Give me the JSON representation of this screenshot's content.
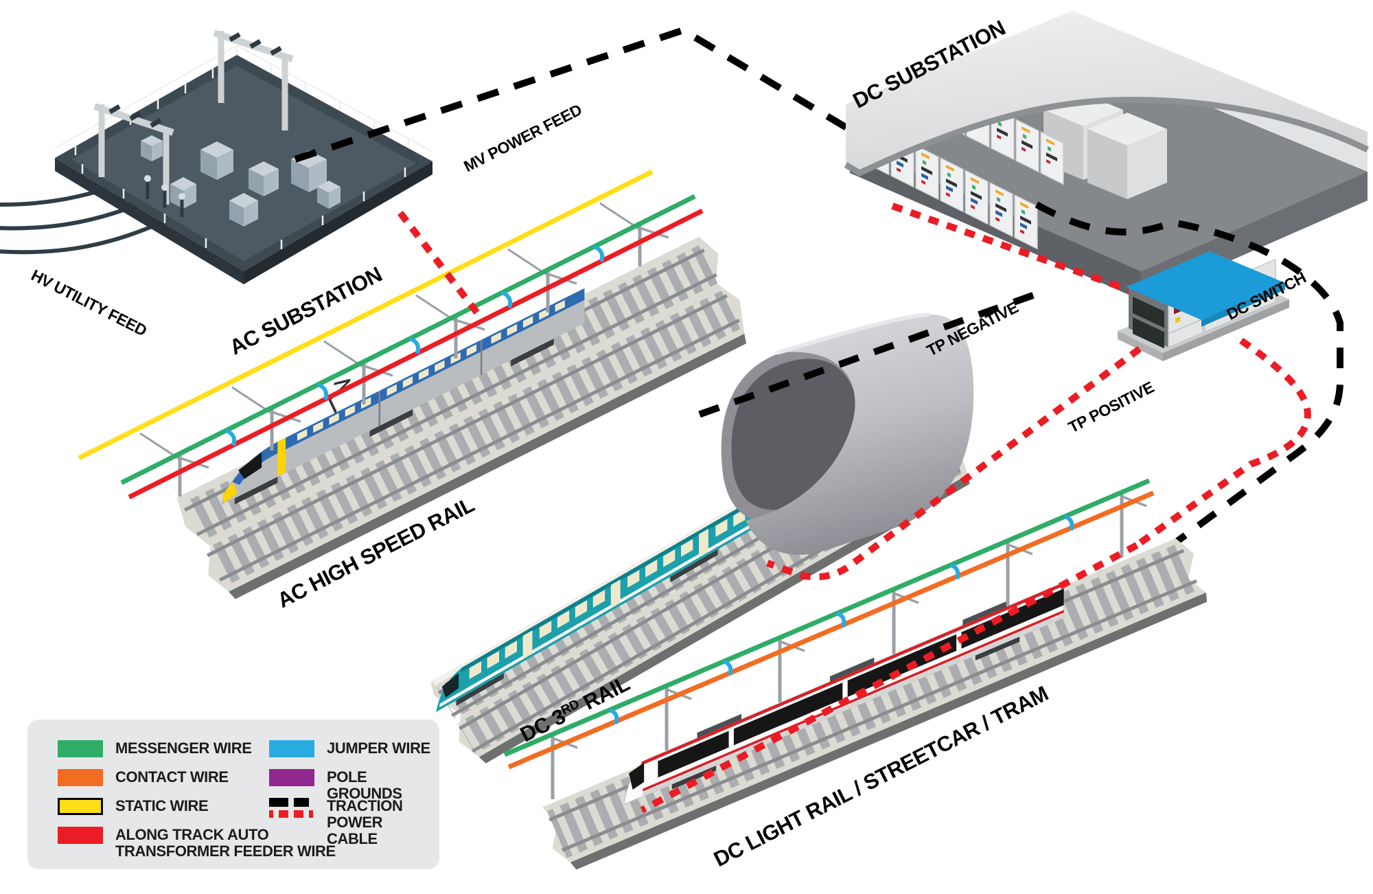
{
  "scene": {
    "labels": {
      "hv_utility_feed": "HV UTILITY FEED",
      "ac_substation": "AC SUBSTATION",
      "mv_power_feed": "MV POWER FEED",
      "dc_substation": "DC SUBSTATION",
      "tp_negative": "TP NEGATIVE",
      "dc_switch": "DC SWITCH",
      "tp_positive": "TP POSITIVE",
      "ac_high_speed_rail": "AC HIGH SPEED RAIL",
      "dc_3rd_rail": {
        "part1": "DC 3",
        "sup": "RD",
        "part2": " RAIL"
      },
      "dc_light_rail": "DC LIGHT RAIL / STREETCAR / TRAM"
    }
  },
  "legend": {
    "left": [
      {
        "label": "MESSENGER WIRE",
        "label2": ""
      },
      {
        "label": "CONTACT WIRE",
        "label2": ""
      },
      {
        "label": "STATIC WIRE",
        "label2": ""
      },
      {
        "label": "ALONG TRACK AUTO",
        "label2": "TRANSFORMER FEEDER WIRE"
      }
    ],
    "right": [
      {
        "label": "JUMPER WIRE",
        "label2": ""
      },
      {
        "label": "POLE GROUNDS",
        "label2": ""
      },
      {
        "label": "TRACTION POWER",
        "label2": "CABLE"
      }
    ]
  },
  "colors": {
    "messenger_wire_green": "#2FAC66",
    "contact_wire_orange": "#F26C21",
    "static_wire_yellow": "#FFDE17",
    "feeder_wire_red": "#EC1C24",
    "jumper_wire_blue": "#29ABE2",
    "pole_grounds_purple": "#92278F",
    "traction_cable_black": "#000000",
    "legend_background": "#E6E7E8",
    "dc_switch_roof_blue": "#1B9CD8",
    "high_speed_train_blue": "#2F6BB3",
    "metro_train_teal": "#1BA0AC",
    "tram_stripe_red": "#D92127"
  }
}
